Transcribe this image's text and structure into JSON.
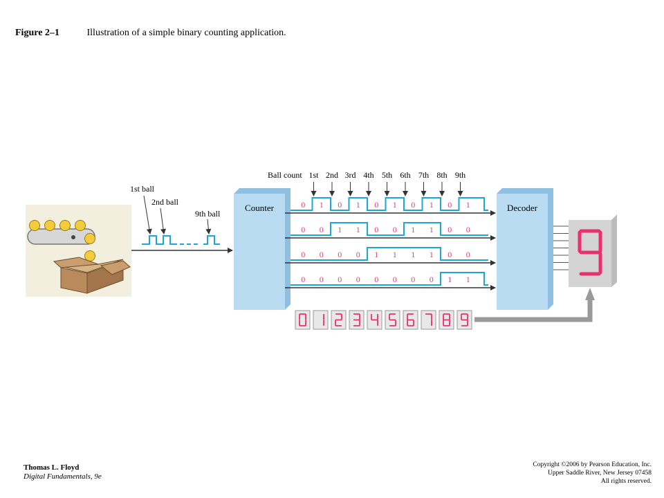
{
  "caption": {
    "figure_number": "Figure 2–1",
    "text": "Illustration of a simple binary counting application."
  },
  "diagram": {
    "ball_labels": [
      "1st ball",
      "2nd ball",
      "9th ball"
    ],
    "ball_count_label": "Ball count",
    "count_labels": [
      "1st",
      "2nd",
      "3rd",
      "4th",
      "5th",
      "6th",
      "7th",
      "8th",
      "9th"
    ],
    "counter_label": "Counter",
    "decoder_label": "Decoder",
    "bit_rows": [
      [
        "0",
        "1",
        "0",
        "1",
        "0",
        "1",
        "0",
        "1",
        "0",
        "1"
      ],
      [
        "0",
        "0",
        "1",
        "1",
        "0",
        "0",
        "1",
        "1",
        "0",
        "0"
      ],
      [
        "0",
        "0",
        "0",
        "0",
        "1",
        "1",
        "1",
        "1",
        "0",
        "0"
      ],
      [
        "0",
        "0",
        "0",
        "0",
        "0",
        "0",
        "0",
        "0",
        "1",
        "1"
      ]
    ],
    "display_digits": [
      "0",
      "1",
      "2",
      "3",
      "4",
      "5",
      "6",
      "7",
      "8",
      "9"
    ],
    "display_value": "9",
    "colors": {
      "waveform": "#1aa6d6",
      "bits": "#e0407a",
      "block_fill": "#b9dcf3",
      "block_side": "#8fc0e2",
      "display_bg": "#e8e8e8",
      "segment": "#e8306f",
      "panel_bg": "#f3efdf",
      "box": "#b98b5c",
      "ball": "#f2cc3c",
      "feedback_arrow": "#9a9a9a"
    }
  },
  "footer": {
    "author": "Thomas L. Floyd",
    "book": "Digital Fundamentals, 9e",
    "copyright_lines": [
      "Copyright ©2006 by Pearson Education, Inc.",
      "Upper Saddle River, New Jersey 07458",
      "All rights reserved."
    ]
  }
}
